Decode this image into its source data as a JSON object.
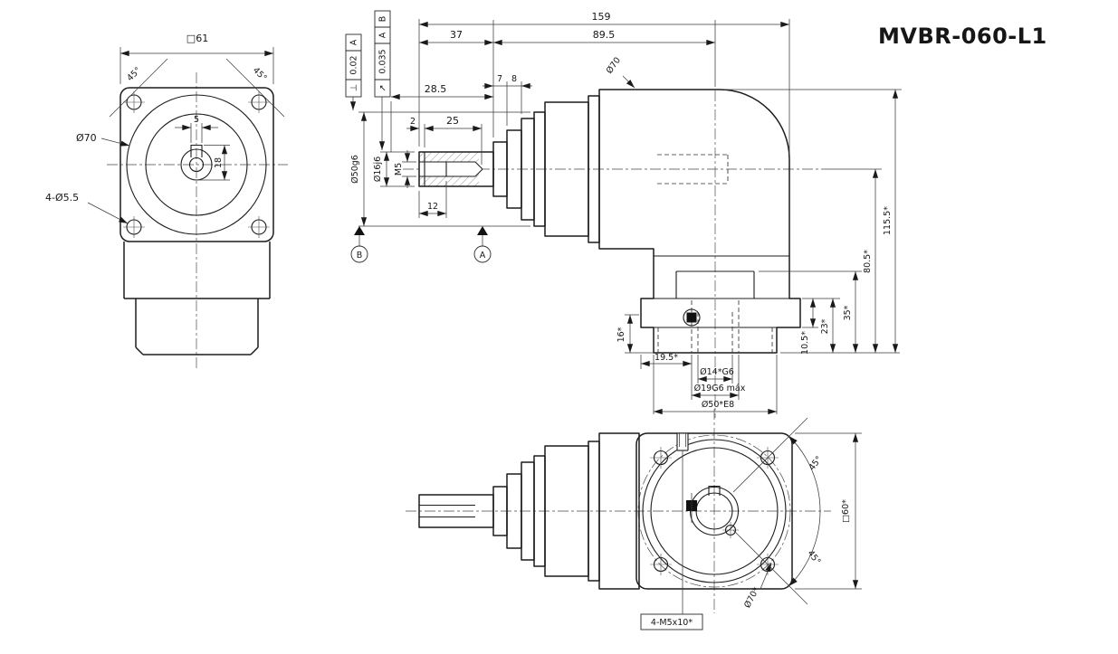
{
  "title": "MVBR-060-L1",
  "accent_color": "#8d4a3c",
  "front_view": {
    "square_size": "□61",
    "corner_angle_left": "45°",
    "corner_angle_right": "45°",
    "bolt_circle_dia": "Ø70",
    "mount_holes": "4-Ø5.5",
    "keyway_width": "5",
    "keyway_depth": "18"
  },
  "side_view": {
    "overall_length": "159",
    "front_section_length": "37",
    "housing_length": "89.5",
    "shaft_assembly_length": "28.5",
    "boss_width": "7",
    "flange_width": "8",
    "shaft_step": "2",
    "shaft_length": "25",
    "thread_length": "12",
    "body_dia": "Ø70",
    "pilot_dia": "Ø50g6",
    "shaft_dia": "Ø16j6",
    "thread": "M5",
    "gdt_perpendicularity": {
      "symbol": "⊥",
      "tolerance": "0.02",
      "datum": "A"
    },
    "gdt_runout": {
      "symbol": "↗",
      "tolerance": "0.035",
      "datum_primary": "A",
      "datum_secondary": "B"
    },
    "datum_a": "A",
    "datum_b": "B",
    "overall_height": "115.5*",
    "axis_height": "80.5*",
    "flange_zone_height": "35*",
    "pilot_zone_height": "23*",
    "flange_thickness": "16*",
    "step_height": "10.5*",
    "screw_offset": "19.5*",
    "output_bore": "Ø14*G6",
    "bore_max": "Ø19G6 máx",
    "pilot_bore": "Ø50*E8"
  },
  "bottom_view": {
    "tapped_holes": "4-M5x10*",
    "bolt_circle_dia": "Ø70*",
    "square_size": "□60*",
    "hole_angle_top": "45°",
    "hole_angle_bottom": "45°"
  }
}
